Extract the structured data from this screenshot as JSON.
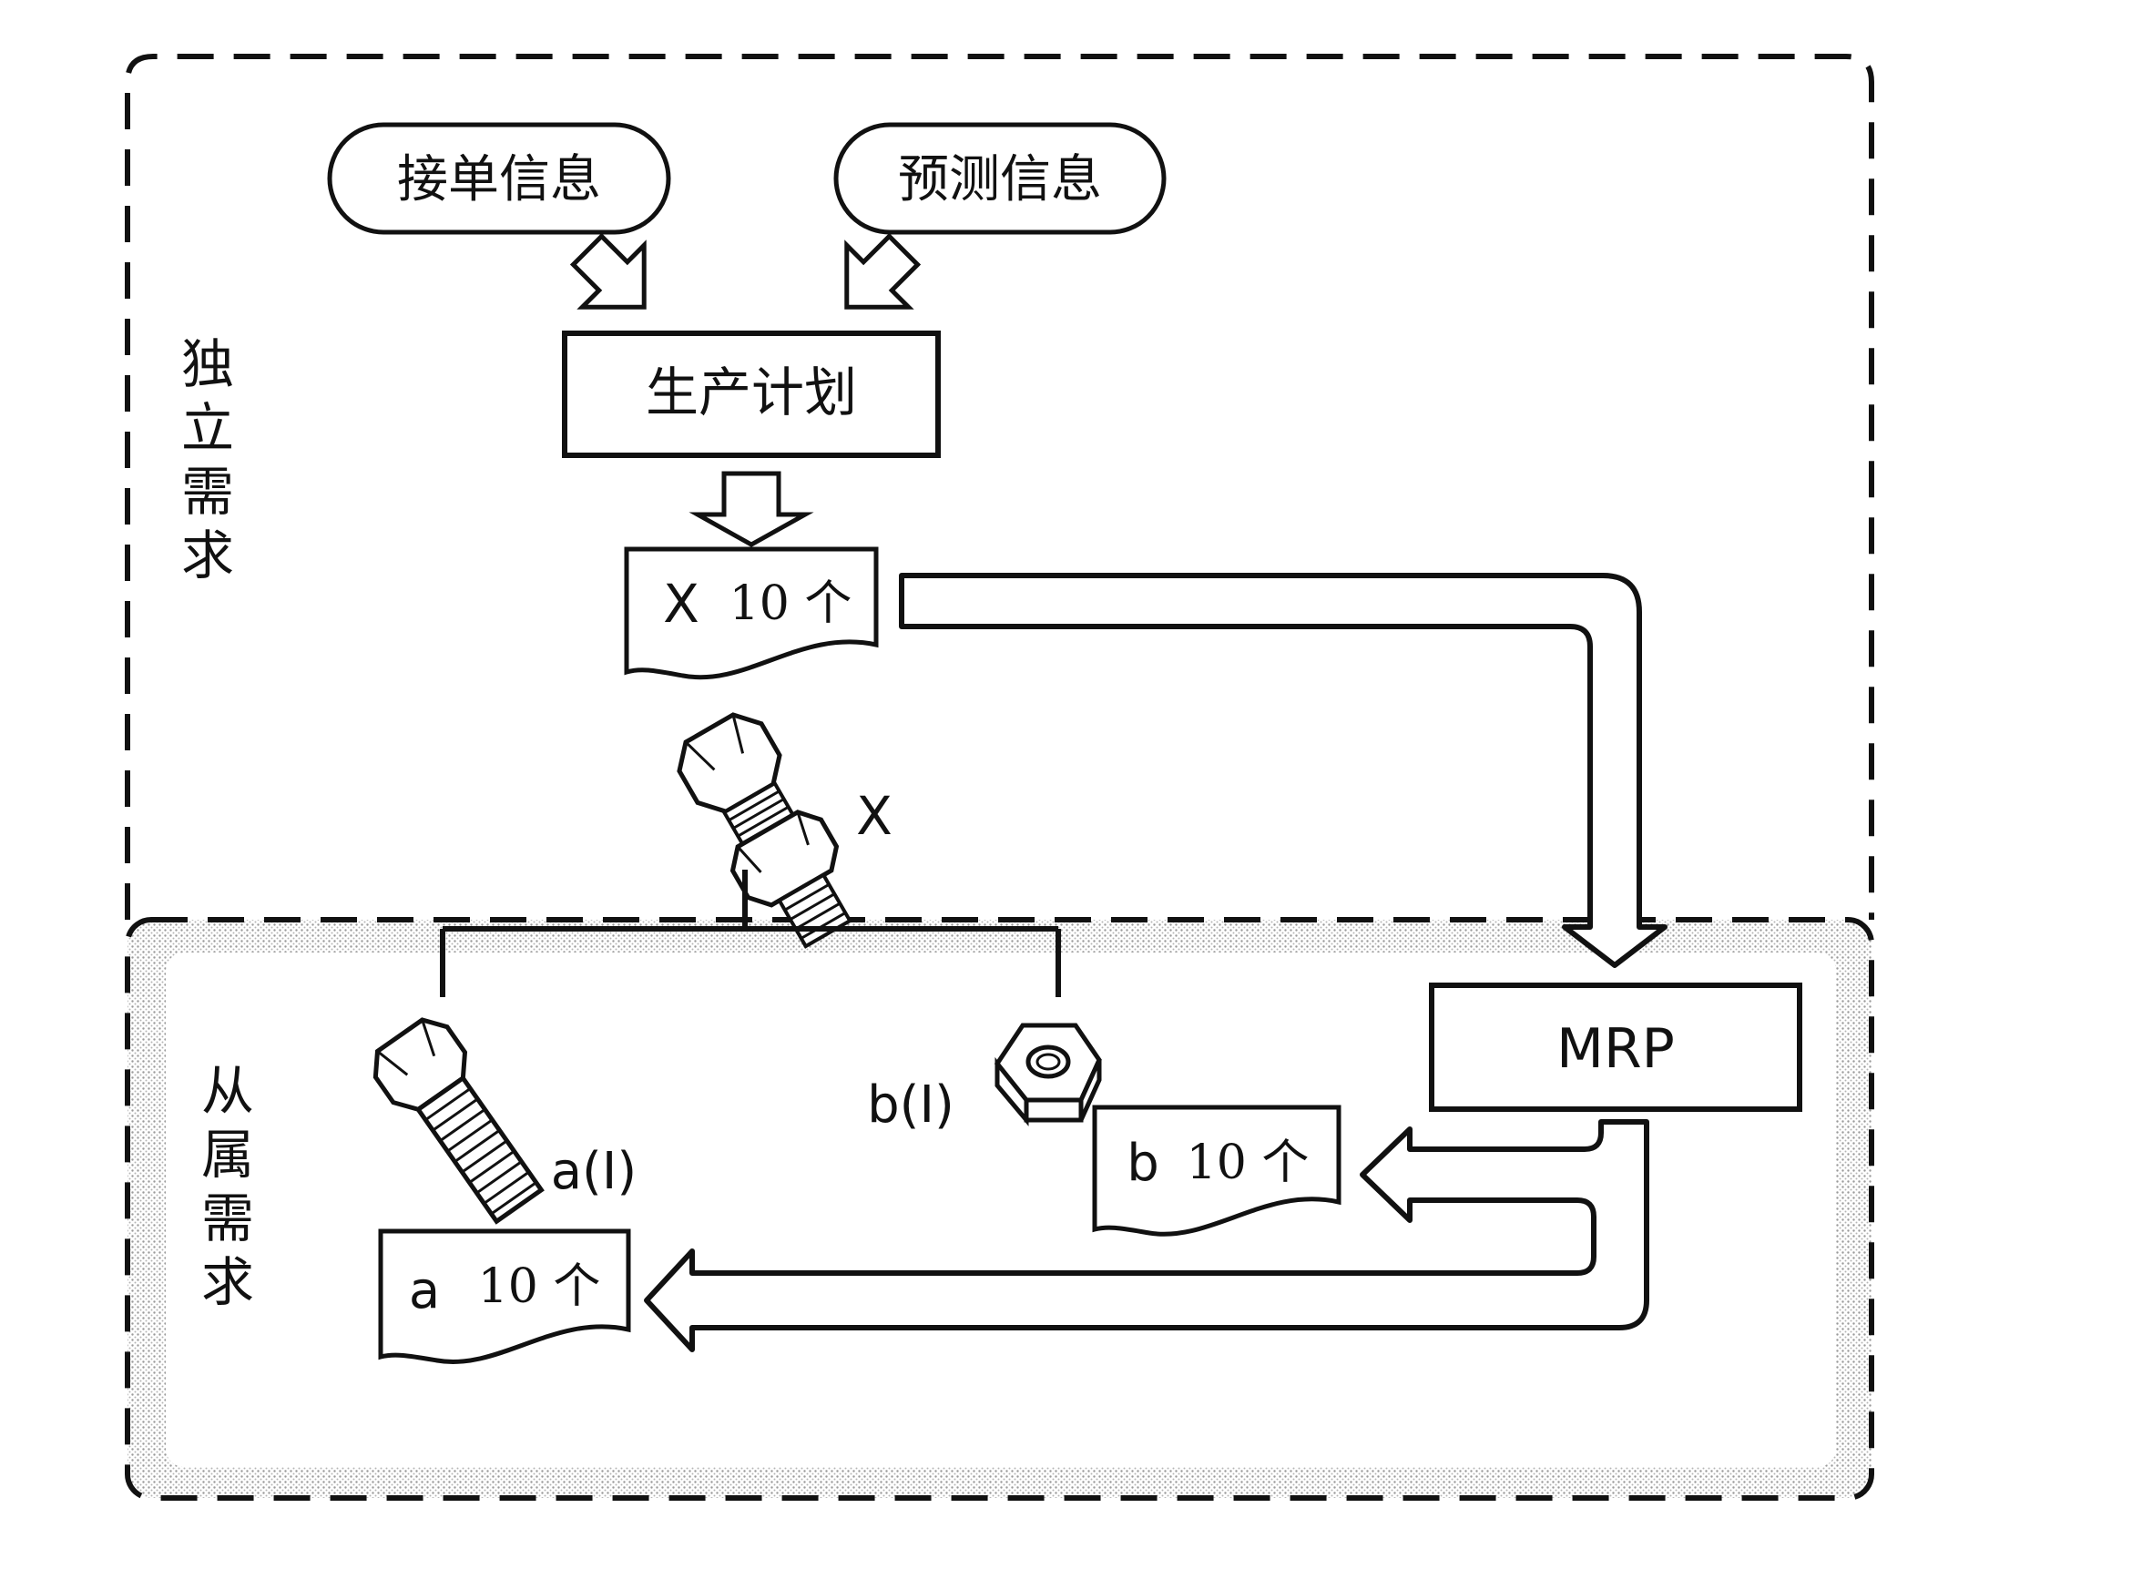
{
  "regions": {
    "independent_label": [
      "独",
      "立",
      "需",
      "求"
    ],
    "dependent_label": [
      "从",
      "属",
      "需",
      "求"
    ]
  },
  "inputs": {
    "order_info": "接单信息",
    "forecast_info": "预测信息"
  },
  "production_plan": "生产计划",
  "mrp": "MRP",
  "docs": {
    "x": {
      "letter": "X",
      "qty": "10 个"
    },
    "b": {
      "letter": "b",
      "qty": "10 个"
    },
    "a": {
      "letter": "a",
      "qty": "10 个"
    }
  },
  "parts": {
    "assembly": "X",
    "bolt": "a(I)",
    "nut": "b(I)"
  },
  "colors": {
    "line": "#111111",
    "texture": "#c9c9c9",
    "background": "#ffffff"
  },
  "icons": [
    "bolt-nut-assembly-icon",
    "bolt-icon",
    "nut-icon"
  ]
}
